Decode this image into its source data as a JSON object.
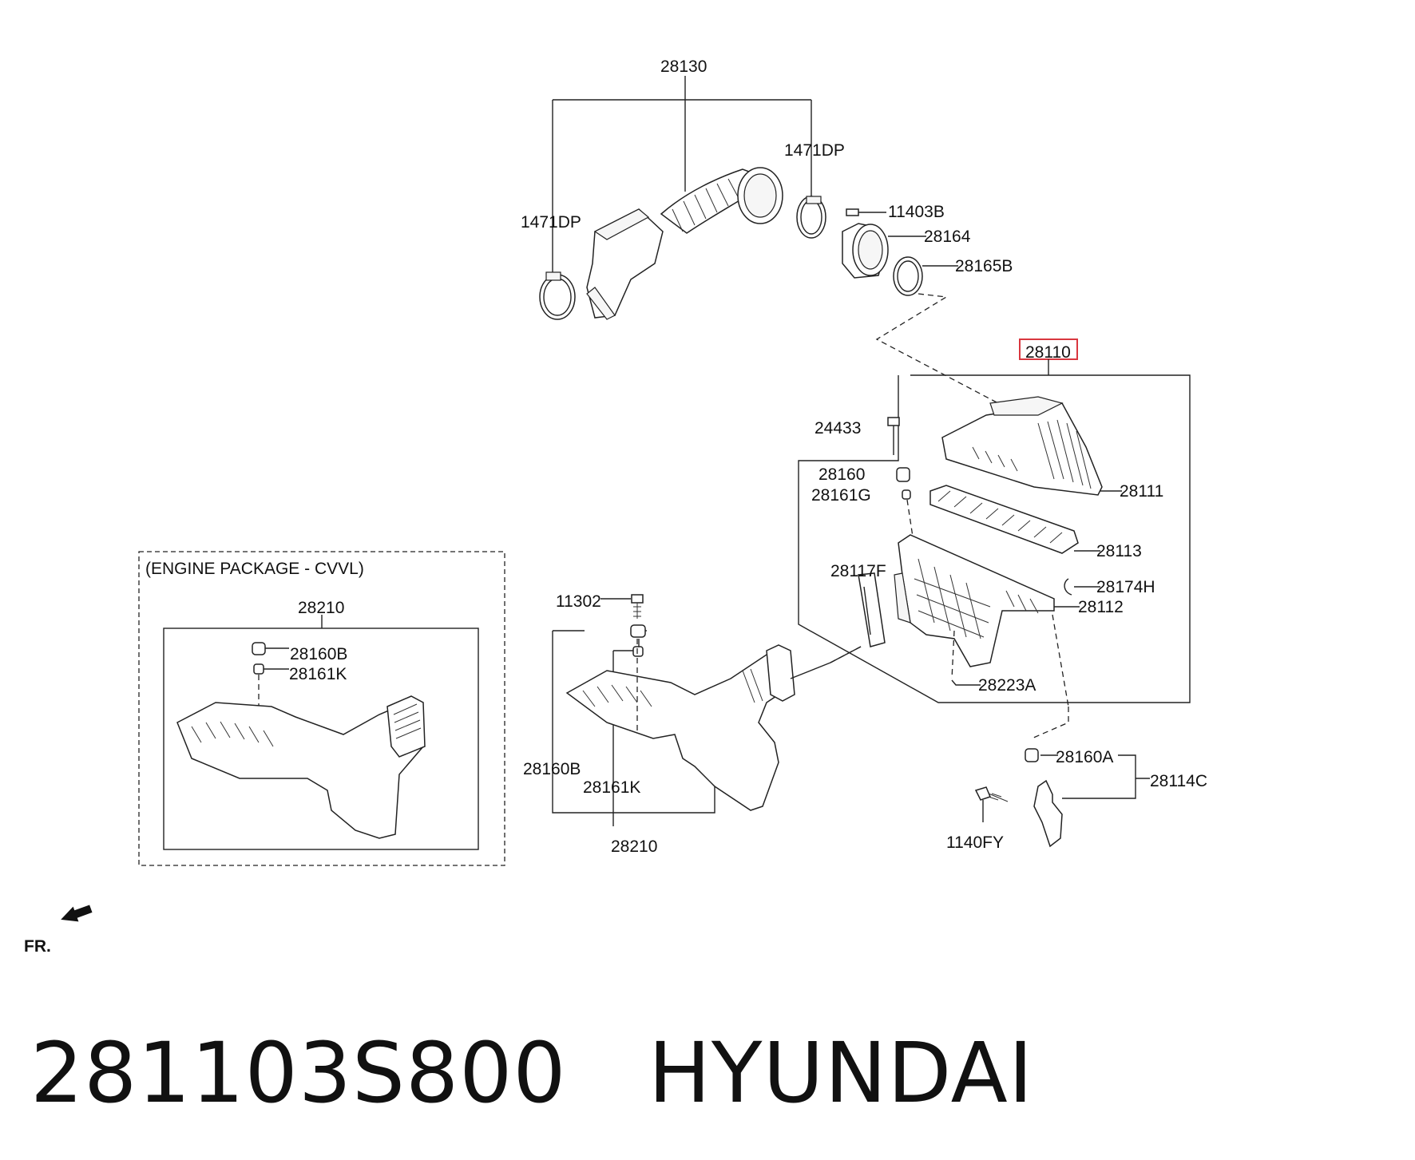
{
  "part_labels": {
    "p28130": "28130",
    "p1471dp_top": "1471DP",
    "p1471dp_left": "1471DP",
    "p11403b": "11403B",
    "p28164": "28164",
    "p28165b": "28165B",
    "p28110": "28110",
    "p24433": "24433",
    "p28160": "28160",
    "p28161g": "28161G",
    "p28111": "28111",
    "p28113": "28113",
    "p28117f": "28117F",
    "p28174h": "28174H",
    "p28112": "28112",
    "p28223a": "28223A",
    "p11302": "11302",
    "p28160b_mid": "28160B",
    "p28161k_mid": "28161K",
    "p28210_mid": "28210",
    "p28160a": "28160A",
    "p28114c": "28114C",
    "p1140fy": "1140FY",
    "p28210_box": "28210",
    "p28160b_box": "28160B",
    "p28161k_box": "28161K"
  },
  "engine_package_label": "(ENGINE PACKAGE - CVVL)",
  "front_label": "FR.",
  "highlight_color": "#d9373f",
  "footer": {
    "part_number": "281103S800",
    "brand": "HYUNDAI"
  }
}
